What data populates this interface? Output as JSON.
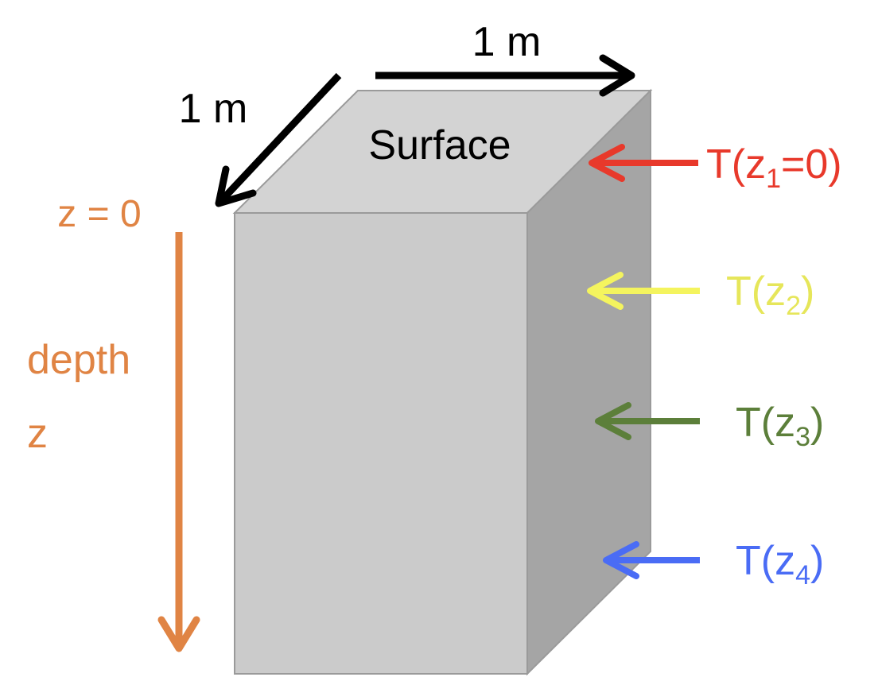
{
  "top_width_label": "1 m",
  "side_width_label": "1 m",
  "surface_label": "Surface",
  "z0_label": "z = 0",
  "depth_label_line1": "depth",
  "depth_label_line2": "z",
  "temps": [
    {
      "prefix": "T(z",
      "sub": "1",
      "suffix": "=0)",
      "color": "#e8392b"
    },
    {
      "prefix": "T(z",
      "sub": "2",
      "suffix": ")",
      "color": "#e6e65a"
    },
    {
      "prefix": "T(z",
      "sub": "3",
      "suffix": ")",
      "color": "#5c7f3a"
    },
    {
      "prefix": "T(z",
      "sub": "4",
      "suffix": ")",
      "color": "#4a6cf5"
    }
  ],
  "colors": {
    "depth": "#e08444",
    "dimension_arrows": "#000000",
    "box_front": "#cbcbcb",
    "box_top": "#d3d3d3",
    "box_side": "#a5a5a5",
    "box_edge": "#9a9a9a"
  }
}
